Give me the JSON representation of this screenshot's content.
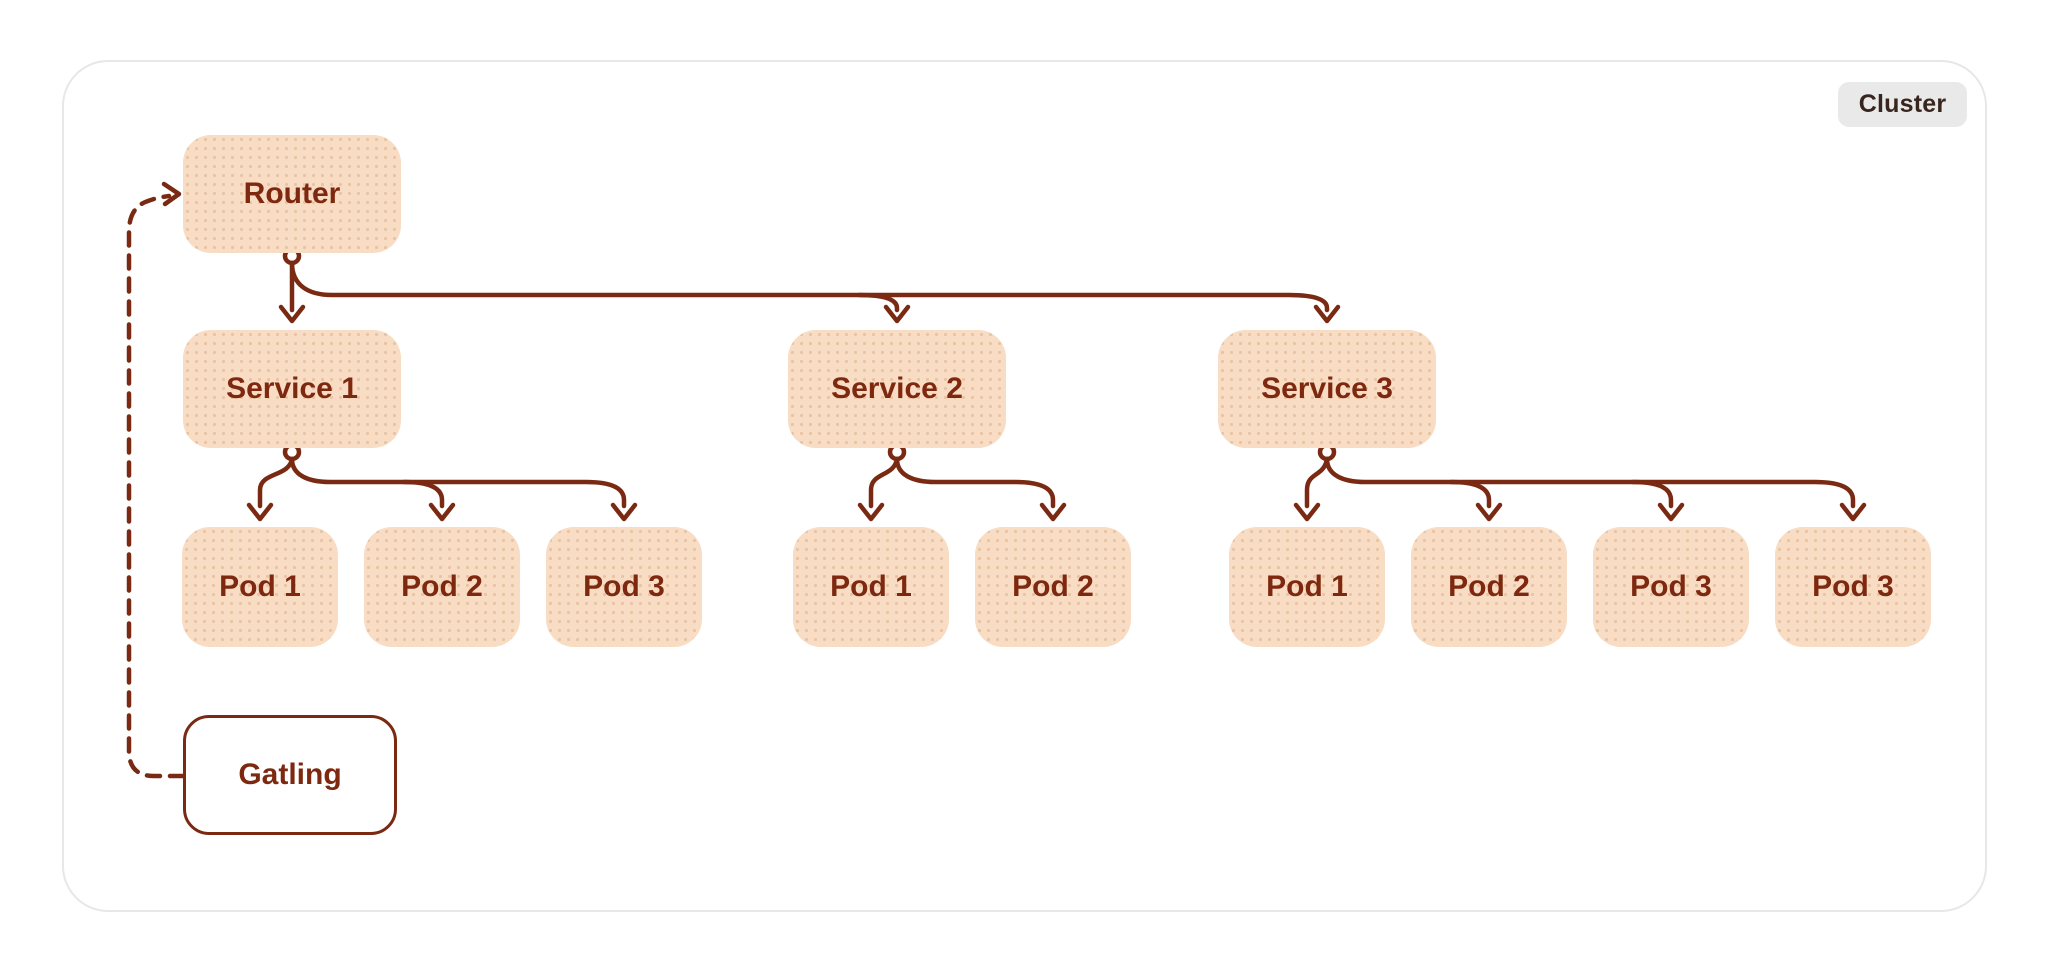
{
  "badge": {
    "label": "Cluster"
  },
  "diagram": {
    "router": {
      "label": "Router"
    },
    "gatling": {
      "label": "Gatling"
    },
    "services": [
      {
        "label": "Service 1",
        "pods": [
          {
            "label": "Pod 1"
          },
          {
            "label": "Pod 2"
          },
          {
            "label": "Pod 3"
          }
        ]
      },
      {
        "label": "Service 2",
        "pods": [
          {
            "label": "Pod 1"
          },
          {
            "label": "Pod 2"
          }
        ]
      },
      {
        "label": "Service 3",
        "pods": [
          {
            "label": "Pod 1"
          },
          {
            "label": "Pod 2"
          },
          {
            "label": "Pod 3"
          },
          {
            "label": "Pod 3"
          }
        ]
      }
    ],
    "edges": [
      {
        "from": "Gatling",
        "to": "Router",
        "style": "dashed"
      },
      {
        "from": "Router",
        "to": "Service 1",
        "style": "solid"
      },
      {
        "from": "Router",
        "to": "Service 2",
        "style": "solid"
      },
      {
        "from": "Router",
        "to": "Service 3",
        "style": "solid"
      },
      {
        "from": "Service 1",
        "to": "Pod 1"
      },
      {
        "from": "Service 1",
        "to": "Pod 2"
      },
      {
        "from": "Service 1",
        "to": "Pod 3"
      },
      {
        "from": "Service 2",
        "to": "Pod 1"
      },
      {
        "from": "Service 2",
        "to": "Pod 2"
      },
      {
        "from": "Service 3",
        "to": "Pod 1"
      },
      {
        "from": "Service 3",
        "to": "Pod 2"
      },
      {
        "from": "Service 3",
        "to": "Pod 3"
      },
      {
        "from": "Service 3",
        "to": "Pod 3"
      }
    ]
  },
  "colors": {
    "node_fill": "#f8dcc3",
    "node_dot": "#e7c3a0",
    "stroke": "#7a2a12",
    "node_text": "#7e2810",
    "badge_bg": "#e9e9e9",
    "badge_text": "#38251d",
    "frame_border": "#e7e7e7"
  }
}
